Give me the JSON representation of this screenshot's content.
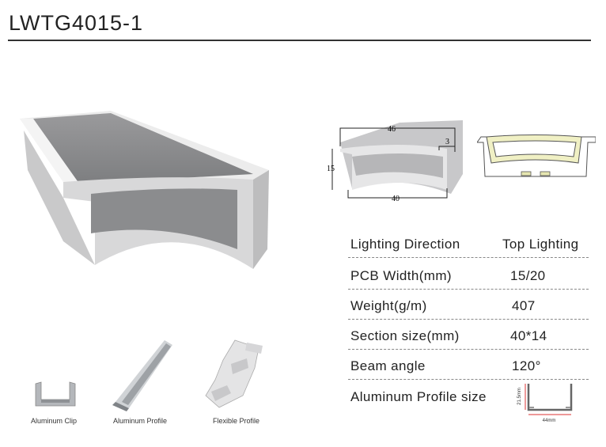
{
  "title": "LWTG4015-1",
  "dimensions": {
    "top_width": "46",
    "lip": "3",
    "height": "15",
    "bottom_width": "40"
  },
  "specs": [
    {
      "label": "Lighting  Direction",
      "value": "Top Lighting"
    },
    {
      "label": "PCB  Width(mm)",
      "value": "15/20"
    },
    {
      "label": "Weight(g/m)",
      "value": "407"
    },
    {
      "label": "Section size(mm)",
      "value": "40*14"
    },
    {
      "label": "Beam angle",
      "value": "120°"
    },
    {
      "label": "Aluminum Profile size",
      "value": ""
    }
  ],
  "aluminum_dims": {
    "height": "21.5mm",
    "width": "44mm"
  },
  "accessories": [
    {
      "label": "Aluminum Clip"
    },
    {
      "label": "Aluminum Profile"
    },
    {
      "label": "Flexible Profile"
    }
  ]
}
